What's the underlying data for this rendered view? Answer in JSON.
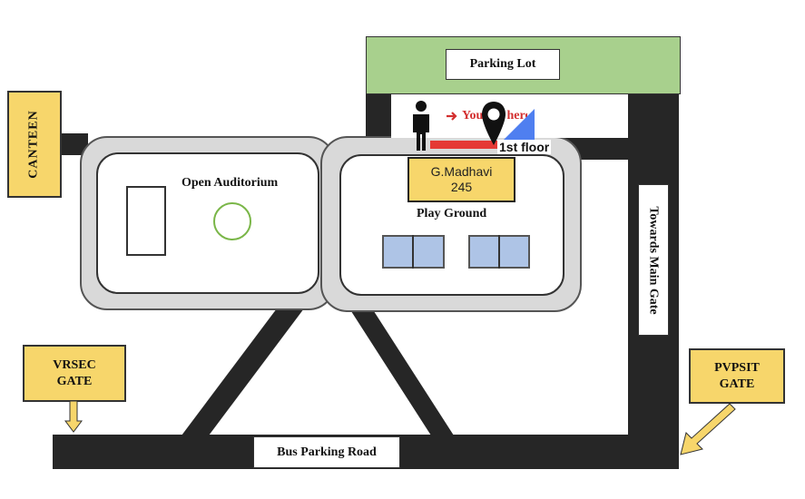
{
  "map": {
    "parking_lot": "Parking Lot",
    "canteen": "CANTEEN",
    "vrsec_gate": "VRSEC\nGATE",
    "pvpsit_gate": "PVPSIT\nGATE",
    "towards_main_gate": "Towards Main Gate",
    "bus_parking_road": "Bus Parking Road",
    "open_auditorium": "Open Auditorium",
    "play_ground": "Play Ground",
    "you_are_here": "You are here",
    "floor": "1st floor",
    "room_name": "G.Madhavi",
    "room_number": "245"
  },
  "colors": {
    "parking": "#a8d08d",
    "gate_yellow": "#f7d66b",
    "road": "#262626",
    "building_gray": "#d9d9d9",
    "court_blue": "#aec4e6",
    "route_red": "#e53935",
    "direction_blue": "#4f7ff0",
    "arrow_red": "#d32f2f"
  },
  "icons": [
    "person-icon",
    "map-pin-icon",
    "arrow-right-icon",
    "direction-triangle-icon",
    "down-arrow-icon"
  ]
}
